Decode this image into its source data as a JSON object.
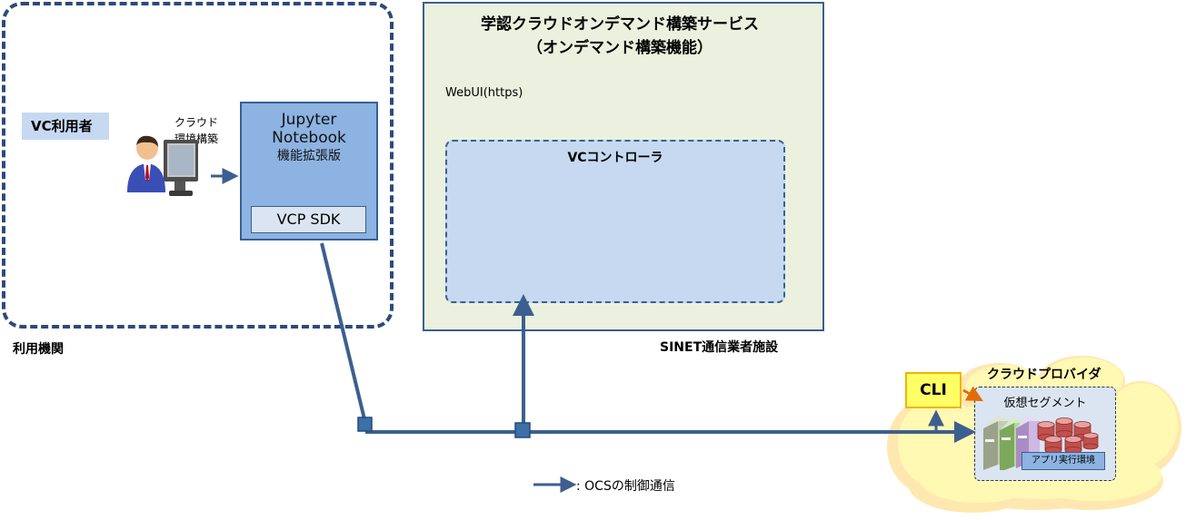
{
  "user_org": {
    "label": "利用機関",
    "user_label": "VC利用者",
    "build_label_line1": "クラウド",
    "build_label_line2": "環境構築"
  },
  "jupyter": {
    "line1": "Jupyter",
    "line2": "Notebook",
    "line3": "機能拡張版",
    "sdk_label": "VCP SDK"
  },
  "sinet": {
    "title_line1": "学認クラウドオンデマンド構築サービス",
    "title_line2": "（オンデマンド構築機能）",
    "webui_label": "WebUI(https)",
    "controller_label": "VCコントローラ",
    "facility_label": "SINET通信業者施設"
  },
  "provider": {
    "label": "クラウドプロバイダ",
    "cli_label": "CLI",
    "segment_label": "仮想セグメント",
    "app_env_label": "アプリ実行環境"
  },
  "legend": {
    "label": ": OCSの制御通信"
  },
  "colors": {
    "line": "#3d5f8f",
    "org_border": "#2e4a7a",
    "jupyter_fill": "#8db3e2",
    "sinet_fill": "#ebf1de",
    "controller_fill": "#c6d9f1",
    "cloud_fill": "#fff6a8",
    "cli_fill": "#ffff66",
    "orange_arrow": "#e36c09"
  },
  "icons": [
    "user-at-computer-icon",
    "server-rack-icon",
    "database-icon",
    "cloud-shape"
  ]
}
